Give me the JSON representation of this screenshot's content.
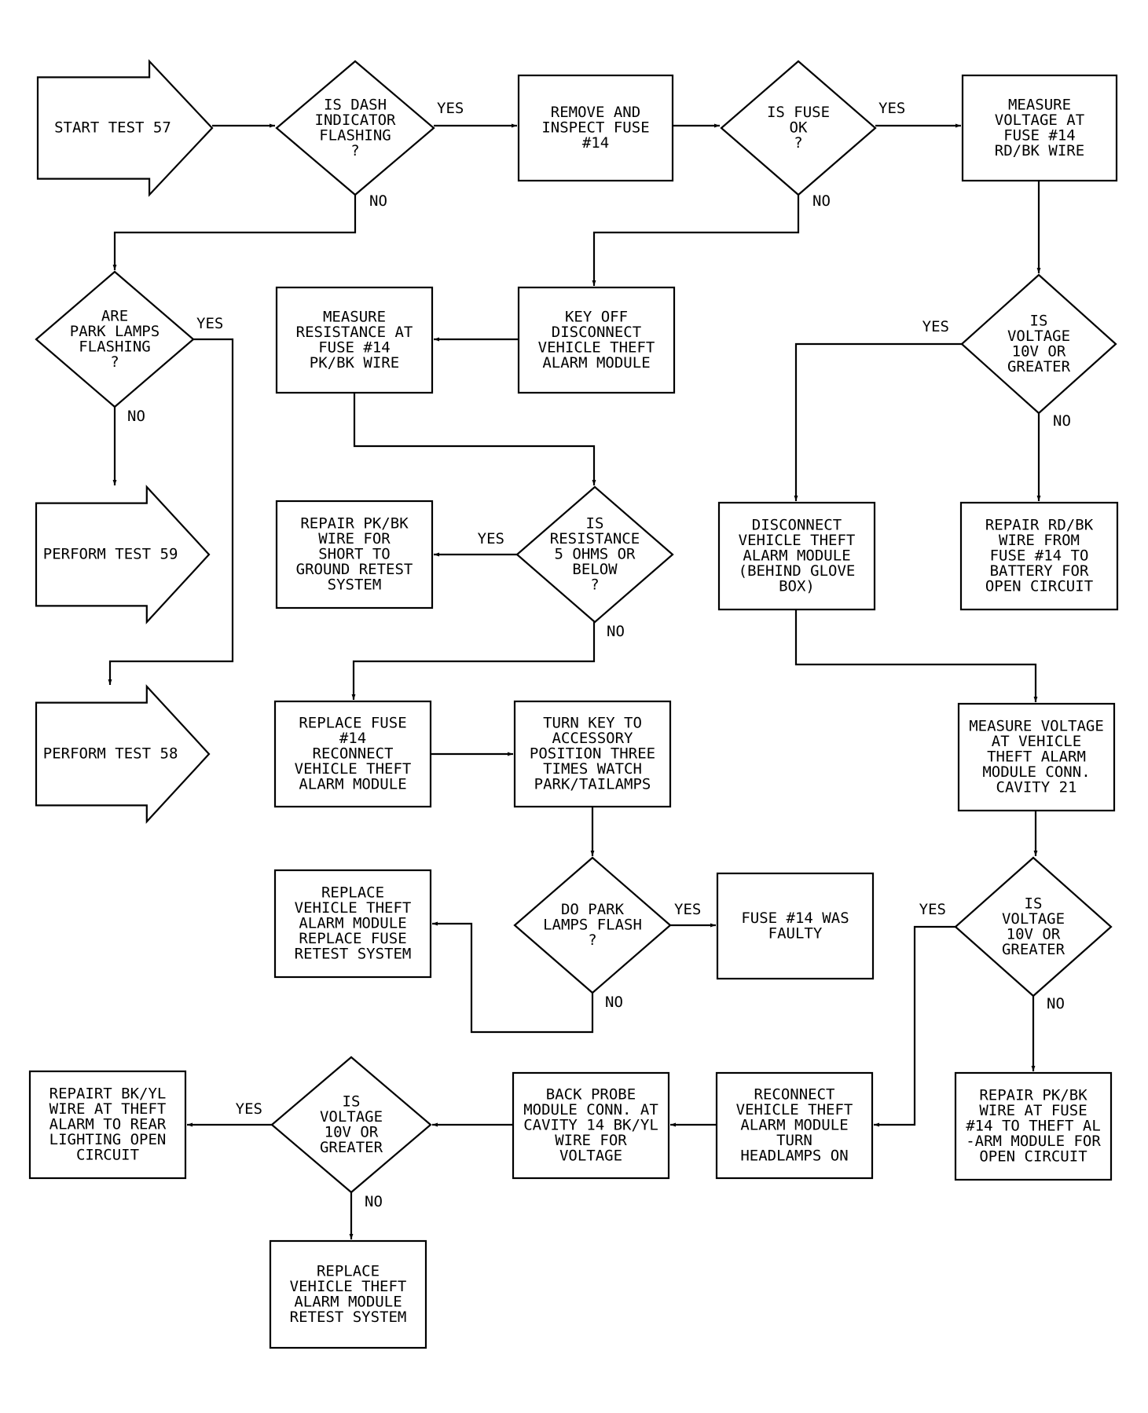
{
  "diagram": {
    "nodes": [
      {
        "id": "start57",
        "shape": "arrow",
        "lines": [
          "START TEST 57"
        ]
      },
      {
        "id": "dash",
        "shape": "diamond",
        "lines": [
          "IS DASH",
          "INDICATOR",
          "FLASHING",
          "?"
        ]
      },
      {
        "id": "inspect",
        "shape": "box",
        "lines": [
          "REMOVE AND",
          "INSPECT FUSE",
          "#14"
        ]
      },
      {
        "id": "fuseok",
        "shape": "diamond",
        "lines": [
          "IS FUSE",
          "OK",
          "?"
        ]
      },
      {
        "id": "measv1",
        "shape": "box",
        "lines": [
          "MEASURE",
          "VOLTAGE AT",
          "FUSE #14",
          "RD/BK WIRE"
        ]
      },
      {
        "id": "park",
        "shape": "diamond",
        "lines": [
          "ARE",
          "PARK LAMPS",
          "FLASHING",
          "?"
        ]
      },
      {
        "id": "measres",
        "shape": "box",
        "lines": [
          "MEASURE",
          "RESISTANCE AT",
          "FUSE #14",
          "PK/BK WIRE"
        ]
      },
      {
        "id": "keyoff",
        "shape": "box",
        "lines": [
          "KEY OFF",
          "DISCONNECT",
          "VEHICLE THEFT",
          "ALARM MODULE"
        ]
      },
      {
        "id": "volt1",
        "shape": "diamond",
        "lines": [
          "IS",
          "VOLTAGE",
          "10V OR",
          "GREATER"
        ]
      },
      {
        "id": "test59",
        "shape": "arrow",
        "lines": [
          "PERFORM TEST 59"
        ]
      },
      {
        "id": "repairpk",
        "shape": "box",
        "lines": [
          "REPAIR PK/BK",
          "WIRE FOR",
          "SHORT TO",
          "GROUND RETEST",
          "SYSTEM"
        ]
      },
      {
        "id": "resq",
        "shape": "diamond",
        "lines": [
          "IS",
          "RESISTANCE",
          "5 OHMS OR",
          "BELOW",
          "?"
        ]
      },
      {
        "id": "disconnect",
        "shape": "box",
        "lines": [
          "DISCONNECT",
          "VEHICLE THEFT",
          "ALARM MODULE",
          "(BEHIND GLOVE",
          "BOX)"
        ]
      },
      {
        "id": "repairrd",
        "shape": "box",
        "lines": [
          "REPAIR RD/BK",
          "WIRE FROM",
          "FUSE #14 TO",
          "BATTERY FOR",
          "OPEN CIRCUIT"
        ]
      },
      {
        "id": "test58",
        "shape": "arrow",
        "lines": [
          "PERFORM TEST 58"
        ]
      },
      {
        "id": "replfuse",
        "shape": "box",
        "lines": [
          "REPLACE FUSE",
          "#14",
          "RECONNECT",
          "VEHICLE THEFT",
          "ALARM MODULE"
        ]
      },
      {
        "id": "turnkey",
        "shape": "box",
        "lines": [
          "TURN KEY TO",
          "ACCESSORY",
          "POSITION THREE",
          "TIMES WATCH",
          "PARK/TAILAMPS"
        ]
      },
      {
        "id": "measv2",
        "shape": "box",
        "lines": [
          "MEASURE VOLTAGE",
          "AT VEHICLE",
          "THEFT ALARM",
          "MODULE CONN.",
          "CAVITY 21"
        ]
      },
      {
        "id": "replmod1",
        "shape": "box",
        "lines": [
          "REPLACE",
          "VEHICLE THEFT",
          "ALARM MODULE",
          "REPLACE FUSE",
          "RETEST SYSTEM"
        ]
      },
      {
        "id": "parkq",
        "shape": "diamond",
        "lines": [
          "DO PARK",
          "LAMPS FLASH",
          "?"
        ]
      },
      {
        "id": "fusefaulty",
        "shape": "box",
        "lines": [
          "FUSE #14 WAS",
          "FAULTY"
        ]
      },
      {
        "id": "volt2",
        "shape": "diamond",
        "lines": [
          "IS",
          "VOLTAGE",
          "10V OR",
          "GREATER"
        ]
      },
      {
        "id": "repairbk",
        "shape": "box",
        "lines": [
          "REPAIRT BK/YL",
          "WIRE AT THEFT",
          "ALARM TO REAR",
          "LIGHTING OPEN",
          "CIRCUIT"
        ]
      },
      {
        "id": "volt3",
        "shape": "diamond",
        "lines": [
          "IS",
          "VOLTAGE",
          "10V OR",
          "GREATER"
        ]
      },
      {
        "id": "backprobe",
        "shape": "box",
        "lines": [
          "BACK PROBE",
          "MODULE CONN. AT",
          "CAVITY 14 BK/YL",
          "WIRE FOR",
          "VOLTAGE"
        ]
      },
      {
        "id": "reconnect",
        "shape": "box",
        "lines": [
          "RECONNECT",
          "VEHICLE THEFT",
          "ALARM MODULE",
          "TURN",
          "HEADLAMPS ON"
        ]
      },
      {
        "id": "repairpk2",
        "shape": "box",
        "lines": [
          "REPAIR PK/BK",
          "WIRE AT FUSE",
          "#14 TO THEFT AL",
          "-ARM MODULE FOR",
          "OPEN CIRCUIT"
        ]
      },
      {
        "id": "replmod2",
        "shape": "box",
        "lines": [
          "REPLACE",
          "VEHICLE THEFT",
          "ALARM MODULE",
          "RETEST SYSTEM"
        ]
      }
    ],
    "edges": [
      {
        "id": "e1",
        "from": "start57",
        "to": "dash",
        "label": ""
      },
      {
        "id": "e2",
        "from": "dash",
        "to": "inspect",
        "label": "YES"
      },
      {
        "id": "e3",
        "from": "inspect",
        "to": "fuseok",
        "label": ""
      },
      {
        "id": "e4",
        "from": "fuseok",
        "to": "measv1",
        "label": "YES"
      },
      {
        "id": "e5",
        "from": "measv1",
        "to": "volt1",
        "label": ""
      },
      {
        "id": "e6",
        "from": "dash",
        "to": "park",
        "label": "NO"
      },
      {
        "id": "e7",
        "from": "fuseok",
        "to": "keyoff",
        "label": "NO"
      },
      {
        "id": "e8",
        "from": "keyoff",
        "to": "measres",
        "label": ""
      },
      {
        "id": "e9",
        "from": "park",
        "to": "test58",
        "label": "YES"
      },
      {
        "id": "e10",
        "from": "park",
        "to": "test59",
        "label": "NO"
      },
      {
        "id": "e11",
        "from": "volt1",
        "to": "disconnect",
        "label": "YES"
      },
      {
        "id": "e12",
        "from": "volt1",
        "to": "repairrd",
        "label": "NO"
      },
      {
        "id": "e13",
        "from": "measres",
        "to": "resq",
        "label": ""
      },
      {
        "id": "e14",
        "from": "resq",
        "to": "repairpk",
        "label": "YES"
      },
      {
        "id": "e15",
        "from": "resq",
        "to": "replfuse",
        "label": "NO"
      },
      {
        "id": "e16",
        "from": "disconnect",
        "to": "measv2",
        "label": ""
      },
      {
        "id": "e17",
        "from": "replfuse",
        "to": "turnkey",
        "label": ""
      },
      {
        "id": "e18",
        "from": "turnkey",
        "to": "parkq",
        "label": ""
      },
      {
        "id": "e19",
        "from": "parkq",
        "to": "fusefaulty",
        "label": "YES"
      },
      {
        "id": "e20",
        "from": "parkq",
        "to": "replmod1",
        "label": "NO"
      },
      {
        "id": "e21",
        "from": "measv2",
        "to": "volt2",
        "label": ""
      },
      {
        "id": "e22",
        "from": "volt2",
        "to": "reconnect",
        "label": "YES"
      },
      {
        "id": "e23",
        "from": "volt2",
        "to": "repairpk2",
        "label": "NO"
      },
      {
        "id": "e24",
        "from": "reconnect",
        "to": "backprobe",
        "label": ""
      },
      {
        "id": "e25",
        "from": "backprobe",
        "to": "volt3",
        "label": ""
      },
      {
        "id": "e26",
        "from": "volt3",
        "to": "repairbk",
        "label": "YES"
      },
      {
        "id": "e27",
        "from": "volt3",
        "to": "replmod2",
        "label": "NO"
      }
    ]
  }
}
